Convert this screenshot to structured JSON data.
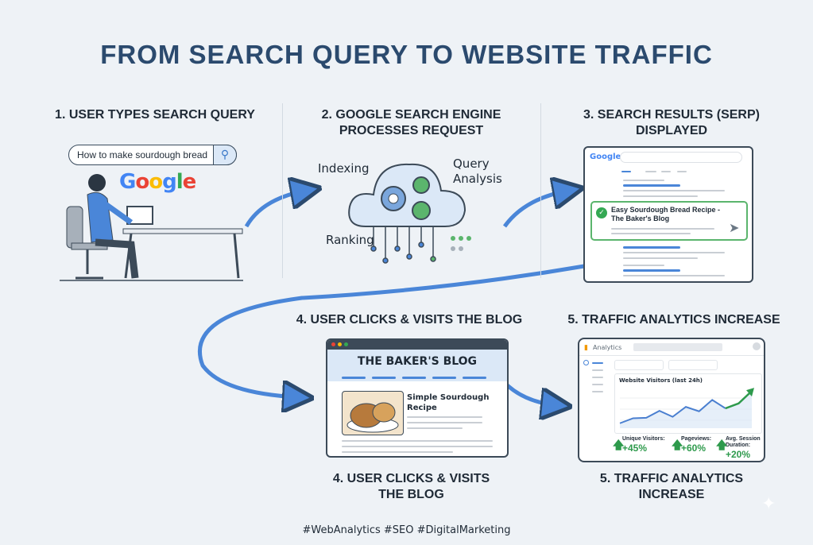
{
  "title": "FROM SEARCH QUERY TO WEBSITE TRAFFIC",
  "steps": {
    "s1": "1. USER TYPES SEARCH QUERY",
    "s2_line1": "2. GOOGLE SEARCH ENGINE",
    "s2_line2": "PROCESSES REQUEST",
    "s3_line1": "3. SEARCH RESULTS (SERP)",
    "s3_line2": "DISPLAYED",
    "s4_top": "4. USER CLICKS & VISITS THE BLOG",
    "s5_top": "5. TRAFFIC ANALYTICS INCREASE",
    "s4_line1": "4. USER CLICKS & VISITS",
    "s4_line2": "THE BLOG",
    "s5_line1": "5. TRAFFIC ANALYTICS",
    "s5_line2": "INCREASE"
  },
  "search": {
    "query": "How to make sourdough bread",
    "icon": "search-icon"
  },
  "google_logo": "Google",
  "engine": {
    "indexing": "Indexing",
    "query_analysis_line1": "Query",
    "query_analysis_line2": "Analysis",
    "ranking": "Ranking"
  },
  "serp": {
    "logo": "Google",
    "highlighted_result": "Easy Sourdough Bread Recipe - The Baker's Blog"
  },
  "blog": {
    "title": "THE BAKER'S BLOG",
    "post_title_line1": "Simple Sourdough",
    "post_title_line2": "Recipe"
  },
  "analytics": {
    "app": "Analytics",
    "chart_title": "Website Visitors (last 24h)",
    "chart_values": [
      1,
      2,
      2.1,
      3.5,
      2.3,
      4.3,
      3.4,
      5.7,
      4,
      5,
      7.5
    ],
    "stats": [
      {
        "label": "Unique Visitors:",
        "value": "+45%"
      },
      {
        "label": "Pageviews:",
        "value": "+60%"
      },
      {
        "label": "Avg. Session Duration:",
        "value": "+20%"
      }
    ],
    "colors": {
      "line": "#4a7fd0",
      "trend": "#2e9a4c"
    }
  },
  "footer": "#WebAnalytics #SEO #DigitalMarketing"
}
